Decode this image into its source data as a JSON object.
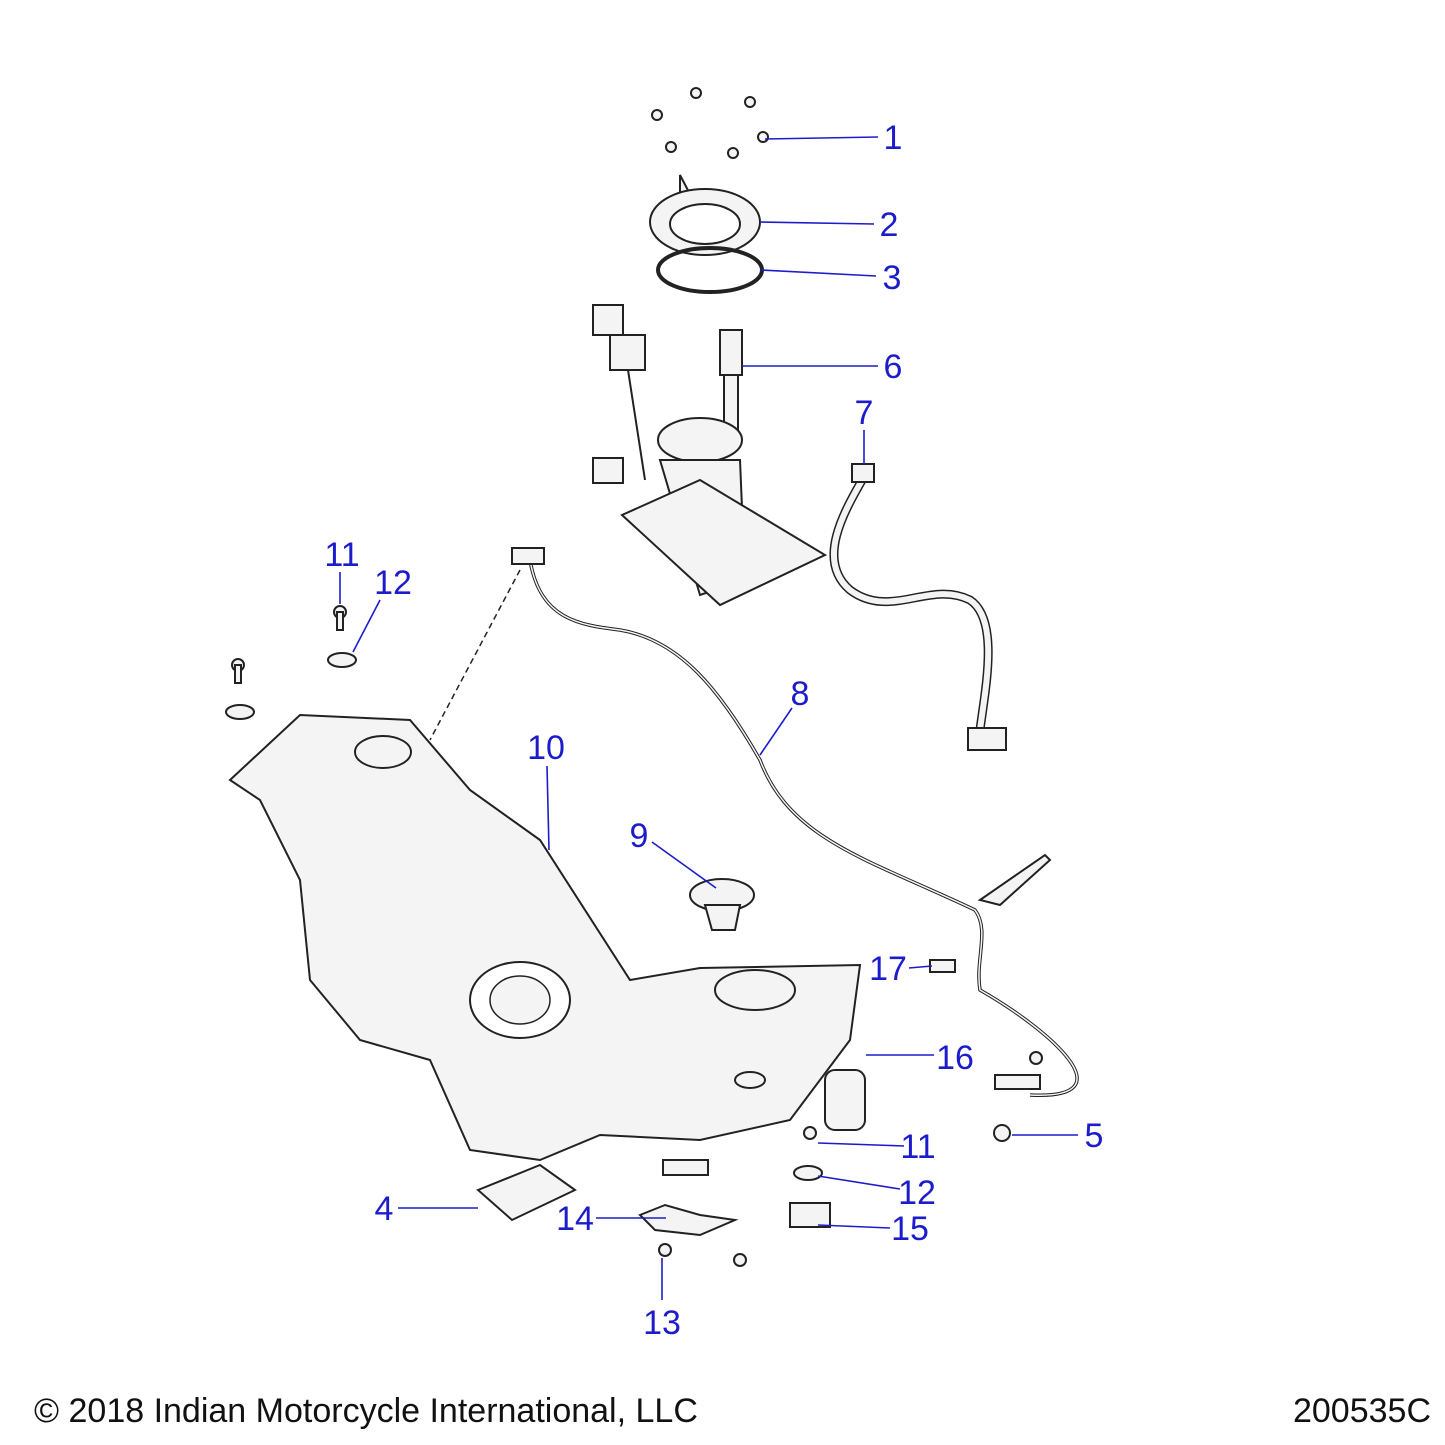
{
  "diagram": {
    "callouts": [
      {
        "label": "1"
      },
      {
        "label": "2"
      },
      {
        "label": "3"
      },
      {
        "label": "6"
      },
      {
        "label": "7"
      },
      {
        "label": "8"
      },
      {
        "label": "10"
      },
      {
        "label": "9"
      },
      {
        "label": "11"
      },
      {
        "label": "12"
      },
      {
        "label": "17"
      },
      {
        "label": "16"
      },
      {
        "label": "5"
      },
      {
        "label": "11"
      },
      {
        "label": "12"
      },
      {
        "label": "15"
      },
      {
        "label": "4"
      },
      {
        "label": "14"
      },
      {
        "label": "13"
      }
    ],
    "label_color": "#1c1ccc"
  },
  "footer": {
    "copyright": "© 2018 Indian Motorcycle International, LLC",
    "drawing_number": "200535C"
  }
}
